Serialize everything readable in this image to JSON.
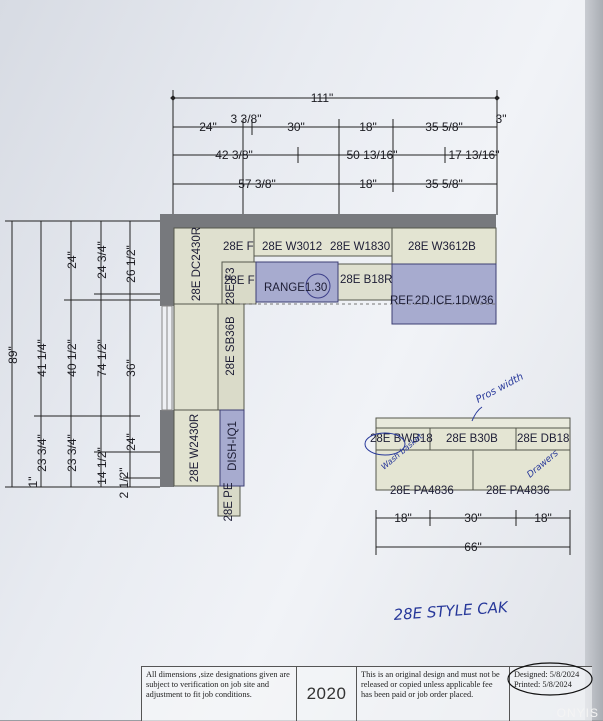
{
  "top_dims": {
    "overall": "111\"",
    "row1": [
      "24\"",
      "3 3/8\"",
      "30\"",
      "18\"",
      "35 5/8\"",
      "3\""
    ],
    "row2": [
      "42 3/8\"",
      "50 13/16\"",
      "17 13/16\""
    ],
    "row3": [
      "57 3/8\"",
      "18\"",
      "35 5/8\""
    ]
  },
  "left_dims": {
    "overall": "89\"",
    "col1": [
      "41 1/4\"",
      "23 3/4\"",
      "1\""
    ],
    "col2": [
      "24\"",
      "40 1/2\"",
      "23 3/4\""
    ],
    "col3": [
      "24 3/4\"",
      "74 1/2\"",
      "14 1/2\""
    ],
    "col4": [
      "26 1/2\"",
      "36\"",
      "24\"",
      "2 1/2\""
    ]
  },
  "cabinets": {
    "dc2430r": "28E DC2430R",
    "f_top": "28E F",
    "w3012": "28E W3012",
    "w1830": "28E W1830",
    "w3612b": "28E W3612B",
    "f_small": "28E F",
    "range": "RANGE1.30",
    "b18r": "28E B18R",
    "ref": "REF.2D.ICE.1DW36",
    "sb36b": "28E SB36B",
    "f3": "28E F3",
    "w2430r": "28E W2430R",
    "dish": "DISH-IQ1",
    "pe": "28E PE"
  },
  "island": {
    "bwb18": "28E BWB18",
    "b30b": "28E B30B",
    "db18": "28E DB18",
    "pa4836_left": "28E PA4836",
    "pa4836_right": "28E PA4836",
    "dims": [
      "18\"",
      "30\"",
      "18\"",
      "66\""
    ]
  },
  "handwriting": {
    "note1": "Pros width",
    "note2": "Drawers",
    "note3": "Wash basket",
    "style": "28E STYLE CAK"
  },
  "title_block": {
    "disclaimer1": "All dimensions ,size designations given are subject to verification on job site and adjustment to fit job conditions.",
    "logo": "2020",
    "disclaimer2": "This is an original design and must not be released or copied unless applicable fee has been paid or job order placed.",
    "designed": "Designed: 5/8/2024",
    "printed": "Printed: 5/8/2024"
  },
  "watermark": "ONYIS"
}
